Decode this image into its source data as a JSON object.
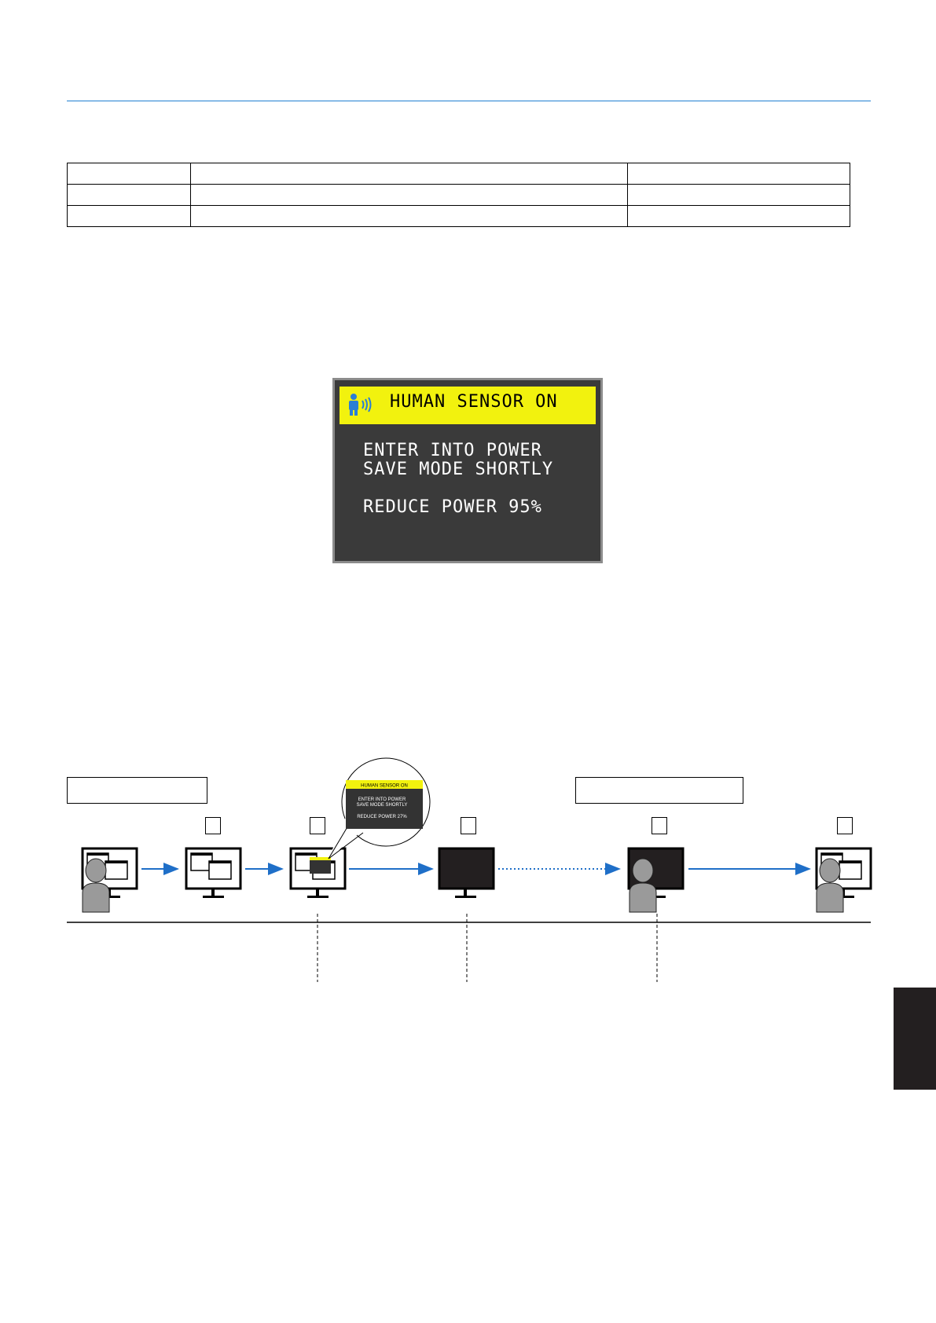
{
  "colors": {
    "accent_rule": "#1f7fd1",
    "osd_bar": "#f2f20e",
    "osd_bg": "#3a3a3a",
    "arrow": "#1f6fc8",
    "side_tab": "#231f20"
  },
  "table": {
    "rows": [
      [
        "",
        "",
        ""
      ],
      [
        "",
        "",
        ""
      ],
      [
        "",
        "",
        ""
      ]
    ]
  },
  "osd": {
    "icon": "human-sensor-icon",
    "title": "HUMAN SENSOR ON",
    "line1": "ENTER INTO POWER",
    "line2": "SAVE MODE SHORTLY",
    "line3": "REDUCE POWER 95%"
  },
  "diagram": {
    "label_left": "",
    "label_right": "",
    "steps": [
      "",
      "",
      "",
      "",
      ""
    ],
    "callout": {
      "title": "HUMAN SENSOR ON",
      "line1": "ENTER INTO POWER",
      "line2": "SAVE MODE SHORTLY",
      "line3": "REDUCE POWER 27%"
    }
  }
}
